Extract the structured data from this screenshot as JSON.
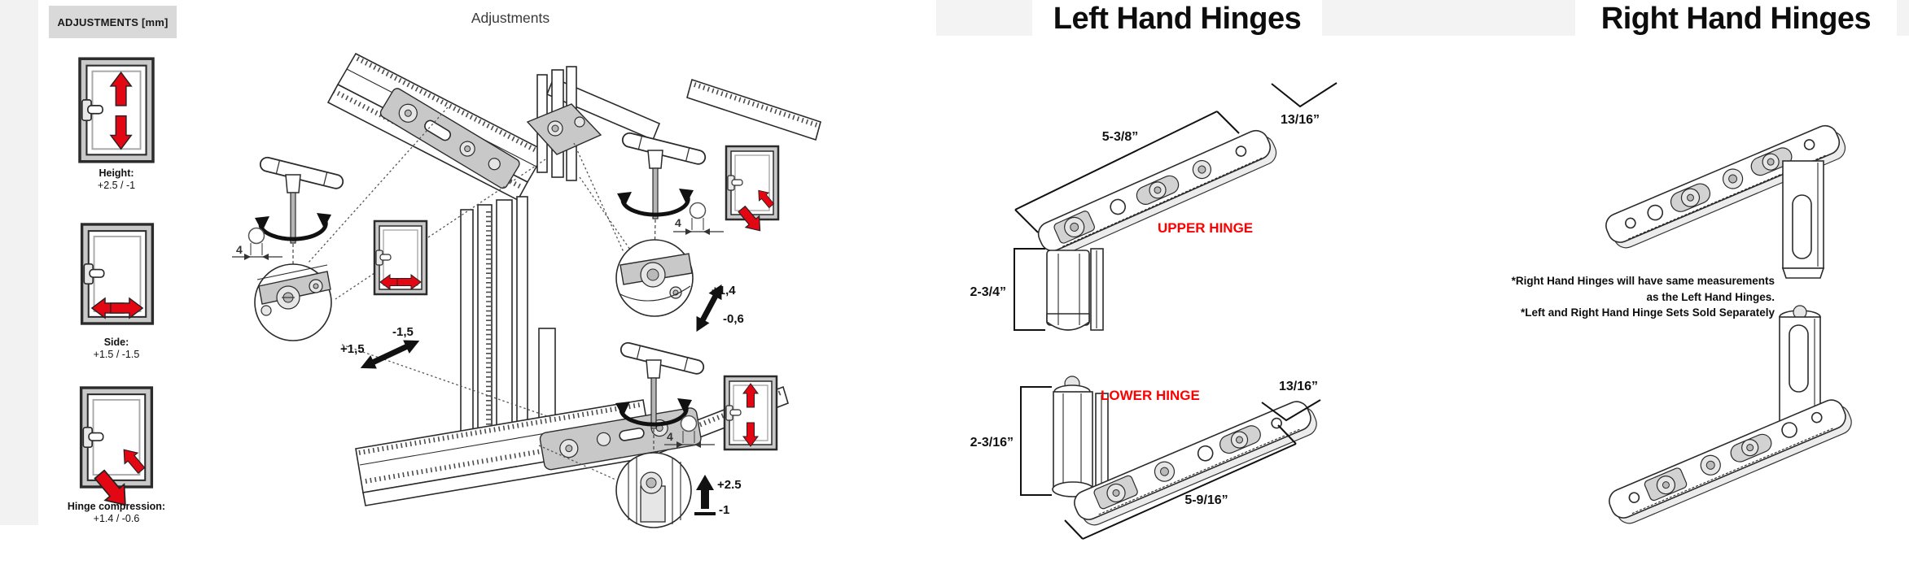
{
  "colors": {
    "arrow_red": "#e30613",
    "hinge_label_red": "#fe0000",
    "header_bg": "#d9d9d9",
    "line_dark": "#2b2b2b"
  },
  "sidebar": {
    "header": "ADJUSTMENTS [mm]",
    "items": [
      {
        "icon": "window-height-arrows-icon",
        "label": "Height:",
        "value": "+2.5 / -1"
      },
      {
        "icon": "window-side-arrows-icon",
        "label": "Side:",
        "value": "+1.5 / -1.5"
      },
      {
        "icon": "window-compression-arrows-icon",
        "label": "Hinge compression:",
        "value": "+1.4 / -0.6"
      }
    ]
  },
  "diagram": {
    "title": "Adjustments",
    "hex_key_size": "4",
    "side_adjust": {
      "plus": "+1,5",
      "minus": "-1,5"
    },
    "compression_adjust": {
      "plus": "+1,4",
      "minus": "-0,6"
    },
    "height_adjust": {
      "plus": "+2.5",
      "minus": "-1"
    }
  },
  "left_hinges": {
    "title": "Left Hand Hinges",
    "upper": {
      "label": "UPPER HINGE",
      "length": "5-3/8”",
      "depth": "13/16”",
      "barrel": "2-3/4”"
    },
    "lower": {
      "label": "LOWER HINGE",
      "length": "5-9/16”",
      "depth": "13/16”",
      "barrel": "2-3/16”"
    }
  },
  "right_hinges": {
    "title": "Right Hand Hinges",
    "notes": [
      "*Right Hand Hinges will have same measurements",
      "as the Left Hand Hinges.",
      "*Left and Right Hand Hinge Sets Sold Separately"
    ]
  }
}
